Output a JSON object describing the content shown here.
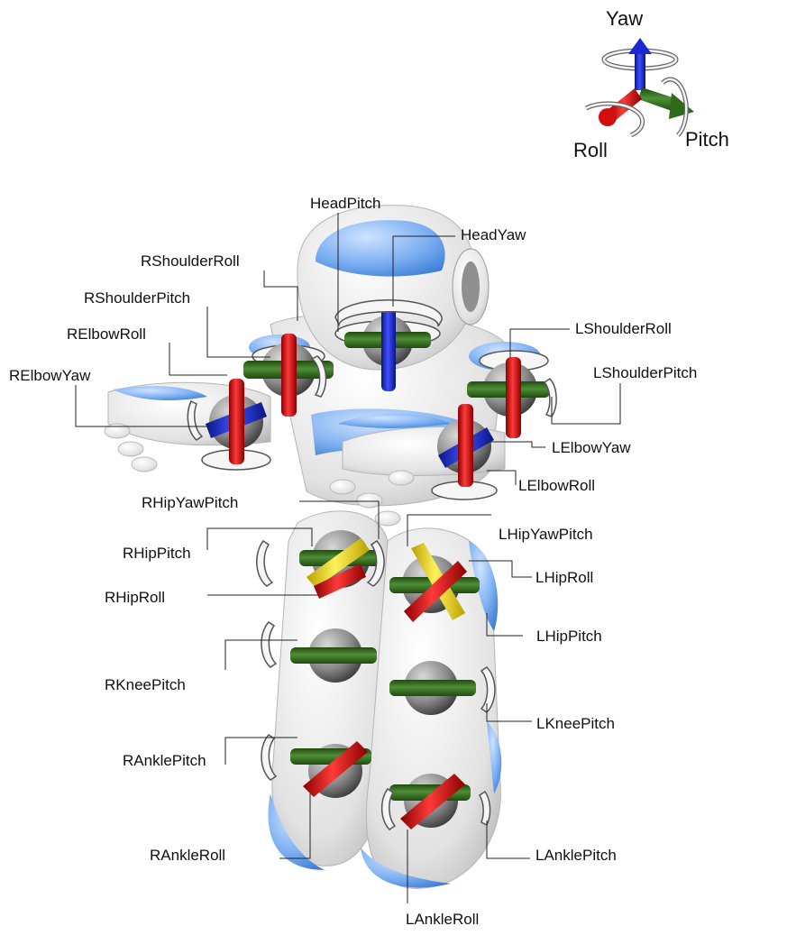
{
  "axes": {
    "yaw": "Yaw",
    "roll": "Roll",
    "pitch": "Pitch"
  },
  "colors": {
    "roll": "#e01010",
    "pitch": "#2f6b1a",
    "yaw": "#1a2ad0",
    "yawpitch": "#f2e21a",
    "body": "#ececec",
    "shell": "#7aaef2"
  },
  "joints": {
    "head_pitch": "HeadPitch",
    "head_yaw": "HeadYaw",
    "r_shoulder_roll": "RShoulderRoll",
    "r_shoulder_pitch": "RShoulderPitch",
    "r_elbow_roll": "RElbowRoll",
    "r_elbow_yaw": "RElbowYaw",
    "l_shoulder_roll": "LShoulderRoll",
    "l_shoulder_pitch": "LShoulderPitch",
    "l_elbow_yaw": "LElbowYaw",
    "l_elbow_roll": "LElbowRoll",
    "r_hip_yaw_pitch": "RHipYawPitch",
    "l_hip_yaw_pitch": "LHipYawPitch",
    "r_hip_pitch": "RHipPitch",
    "l_hip_roll": "LHipRoll",
    "r_hip_roll": "RHipRoll",
    "l_hip_pitch": "LHipPitch",
    "r_knee_pitch": "RKneePitch",
    "l_knee_pitch": "LKneePitch",
    "r_ankle_pitch": "RAnklePitch",
    "r_ankle_roll": "RAnkleRoll",
    "l_ankle_pitch": "LAnklePitch",
    "l_ankle_roll": "LAnkleRoll"
  }
}
